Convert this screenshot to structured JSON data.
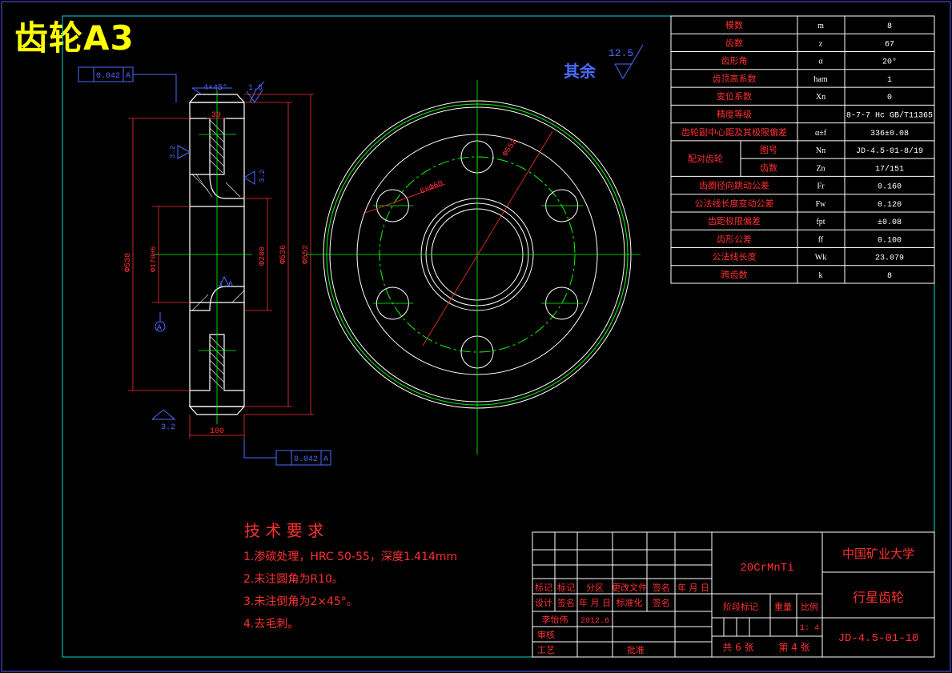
{
  "page_title": "齿轮A3",
  "roughness": {
    "label": "其余",
    "value": "12.5"
  },
  "gear_params": [
    {
      "name": "模数",
      "sym": "m",
      "val": "8"
    },
    {
      "name": "齿数",
      "sym": "z",
      "val": "67"
    },
    {
      "name": "齿形角",
      "sym": "α",
      "val": "20°"
    },
    {
      "name": "齿顶高系数",
      "sym": "ham",
      "val": "1"
    },
    {
      "name": "变位系数",
      "sym": "Xn",
      "val": "0"
    },
    {
      "name": "精度等级",
      "sym": "",
      "val": "8-7-7 Hc GB/T11365"
    },
    {
      "name": "齿轮副中心距及其极限偏差",
      "sym": "α±f",
      "val": "336±0.08"
    },
    {
      "name": "配对齿轮",
      "sub": "图号",
      "sym": "Nn",
      "val": "JD-4.5-01-8/19"
    },
    {
      "name": "",
      "sub": "齿数",
      "sym": "Zn",
      "val": "17/151"
    },
    {
      "name": "齿圈径向跳动公差",
      "sym": "Fr",
      "val": "0.160"
    },
    {
      "name": "公法线长度变动公差",
      "sym": "Fw",
      "val": "0.120"
    },
    {
      "name": "齿距极限偏差",
      "sym": "fpt",
      "val": "±0.08"
    },
    {
      "name": "齿形公差",
      "sym": "ff",
      "val": "0.100"
    },
    {
      "name": "公法线长度",
      "sym": "Wk",
      "val": "23.079"
    },
    {
      "name": "跨齿数",
      "sym": "k",
      "val": "8"
    }
  ],
  "dims": {
    "chamfer": "4×45°",
    "ra_top": "1.6",
    "ra_left": "3.2",
    "ra_right": "3.2",
    "ra_bore": "1.6",
    "ra_bottom": "3.2",
    "d_530": "Φ530",
    "d_170": "Φ170H6",
    "d_200": "Φ200",
    "d_536": "Φ536",
    "d_552": "Φ552",
    "w_30": "30",
    "w_100": "100",
    "tol_top": "0.042",
    "tol_bottom": "0.042",
    "datum": "A",
    "holes": "6×Φ60",
    "od_right": "Φ552"
  },
  "tech_req": {
    "title": "技 术 要 求",
    "items": [
      "1.渗碳处理，HRC 50-55，深度1.414mm",
      "2.未注圆角为R10。",
      "3.未注倒角为2×45°。",
      "4.去毛刺。"
    ]
  },
  "title_block": {
    "material": "20CrMnTi",
    "school": "中国矿业大学",
    "part_name": "行星齿轮",
    "drawing_no": "JD-4.5-01-10",
    "row_labels": [
      "标记",
      "标记",
      "分区",
      "更改文件",
      "签名",
      "年 月 日"
    ],
    "design": "设计",
    "design_sign": "签名",
    "design_date": "年 月 日",
    "std": "标准化",
    "std_sign": "签名",
    "designer": "李怡伟",
    "date": "2012.6",
    "review": "审核",
    "process": "工艺",
    "approve": "批准",
    "stage": "阶段标记",
    "weight": "重量",
    "scale_label": "比例",
    "scale": "1: 4",
    "sheets": "共 6 张",
    "sheet_no": "第 4 张"
  }
}
